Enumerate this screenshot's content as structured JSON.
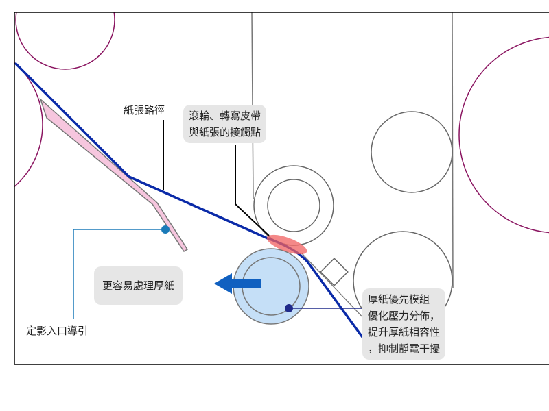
{
  "labels": {
    "paper_path": "紙張路徑",
    "contact_point_line1": "滾輪、轉寫皮帶",
    "contact_point_line2": "與紙張的接觸點",
    "thick_paper": "更容易處理厚紙",
    "fuser_guide": "定影入口導引",
    "module_line1": "厚紙優先模組",
    "module_line2": "優化壓力分佈，",
    "module_line3": "提升厚紙相容性",
    "module_line4": "，抑制靜電干擾"
  },
  "colors": {
    "paper_path": "#0a2aa8",
    "roller_outline": "#8a1460",
    "contact_highlight": "#f06060",
    "guide_fill": "#f6c6de",
    "pressure_roller_fill": "#c5dff7",
    "arrow": "#1060c0",
    "guide_marker": "#1a7ab8",
    "module_marker": "#1f2a8a",
    "bubble_bg": "#e6e6e6"
  }
}
